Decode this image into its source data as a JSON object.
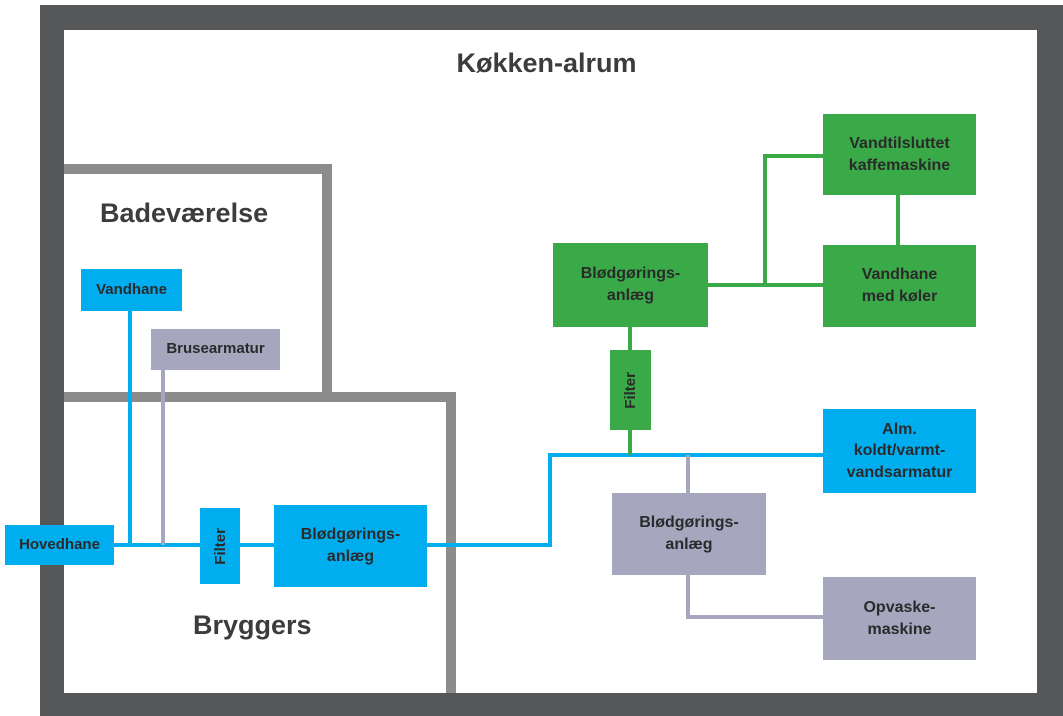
{
  "rooms": {
    "kitchen": "Køkken-alrum",
    "bathroom": "Badeværelse",
    "utility": "Bryggers"
  },
  "nodes": {
    "hovedhane": "Hovedhane",
    "vandhane_bath": "Vandhane",
    "brusearmatur": "Brusearmatur",
    "filter_utility": "Filter",
    "softener_utility": "Blødgørings-\nanlæg",
    "softener_kitchen_green": "Blødgørings-\nanlæg",
    "filter_kitchen": "Filter",
    "coffee_machine": "Vandtilsluttet\nkaffemaskine",
    "tap_cooler": "Vandhane\nmed køler",
    "mixer_tap": "Alm.\nkoldt/varmt-\nvandsarmatur",
    "softener_kitchen_grey": "Blødgørings-\nanlæg",
    "dishwasher": "Opvaske-\nmaskine"
  },
  "colors": {
    "frame": "#555759",
    "wall": "#8c8c8c",
    "blue": "#00aeef",
    "green": "#3aaa49",
    "grey": "#a6a6bf"
  }
}
